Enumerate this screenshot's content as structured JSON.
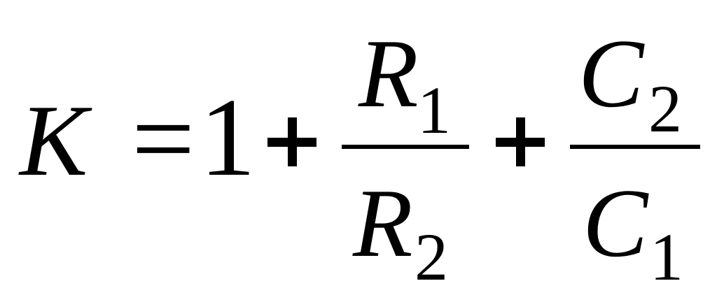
{
  "equation": {
    "lhs": {
      "symbol": "K"
    },
    "equals": "=",
    "constant": "1",
    "plus_1": "+",
    "fraction_1": {
      "numerator": {
        "symbol": "R",
        "subscript": "1"
      },
      "denominator": {
        "symbol": "R",
        "subscript": "2"
      }
    },
    "plus_2": "+",
    "fraction_2": {
      "numerator": {
        "symbol": "C",
        "subscript": "2"
      },
      "denominator": {
        "symbol": "C",
        "subscript": "1"
      }
    }
  }
}
